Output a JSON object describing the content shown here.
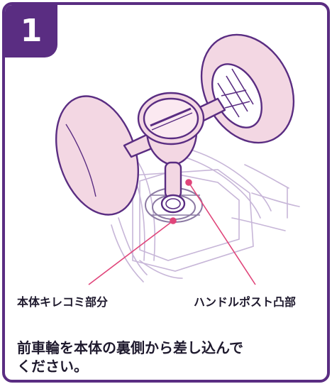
{
  "step": {
    "number": "1"
  },
  "callouts": {
    "left_label": "本体キレコミ部分",
    "right_label": "ハンドルポスト凸部"
  },
  "instruction": {
    "line1": "前車輪を本体の裏側から差し込んで",
    "line2": "ください。"
  },
  "colors": {
    "accent": "#5a2d82",
    "wheel_fill": "#f3d7e3",
    "callout_line": "#e0457a",
    "outline": "#5a2d82",
    "body_outline": "#b9a6cc"
  }
}
